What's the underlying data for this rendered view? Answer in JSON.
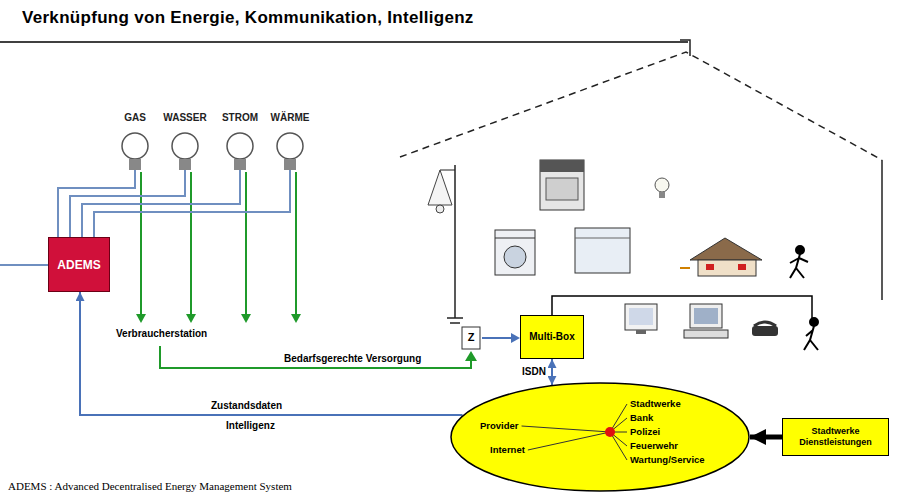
{
  "diagram": {
    "title": "Verknüpfung von Energie, Kommunikation, Intelligenz",
    "caption": "ADEMS : Advanced Decentralised Energy Management System",
    "nodes": [
      {
        "text": [
          "GAS"
        ]
      },
      {
        "text": [
          "WASSER"
        ]
      },
      {
        "text": [
          "STROM"
        ]
      },
      {
        "text": [
          "WÄRME"
        ]
      },
      {
        "text": [
          "ADEMS"
        ]
      },
      {
        "text": [
          "Multi-Box"
        ]
      },
      {
        "text": [
          "Stadtwerke",
          "Bank",
          "Polizei",
          "Feuerwehr",
          "Wartung/Service",
          "Internet",
          "Provider"
        ]
      },
      {
        "text": [
          "Stadtwerke Dienstleistungen"
        ]
      }
    ],
    "edges": [
      {
        "from": 0,
        "to": 4,
        "arrow": "none"
      },
      {
        "from": 1,
        "to": 4,
        "arrow": "none"
      },
      {
        "from": 2,
        "to": 4,
        "arrow": "none"
      },
      {
        "from": 3,
        "to": 4,
        "arrow": "none"
      },
      {
        "from": 6,
        "to": 4,
        "label": "Zustandsdaten",
        "arrow": "to"
      },
      {
        "from": 5,
        "to": 6,
        "label": "ISDN",
        "arrow": "both"
      },
      {
        "from": 7,
        "to": 6,
        "arrow": "to"
      }
    ],
    "labels": [
      "Verbraucherstation",
      "Bedarfsgerechte Versorgung",
      "Intelligenz",
      "Z"
    ]
  }
}
